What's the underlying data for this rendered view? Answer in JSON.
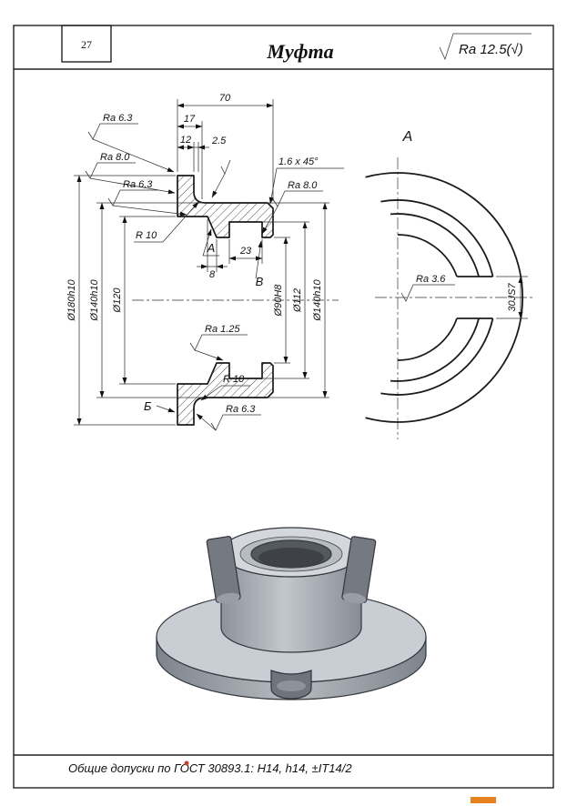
{
  "page": {
    "number": "27",
    "title": "Муфта",
    "footer": "Общие допуски по ГОСТ 30893.1: H14, h14, ±IT14/2"
  },
  "roughness_general": "Ra 12.5(√)",
  "section": {
    "dim70": "70",
    "dim17": "17",
    "dim12": "12",
    "dim25": "2.5",
    "chamfer": "1.6 x 45°",
    "dim23": "23",
    "dim8": "8",
    "r10_top": "R 10",
    "r10_bottom": "R 10",
    "d180": "Ø180h10",
    "d140_left": "Ø140h10",
    "d120": "Ø120",
    "d90": "Ø90H8",
    "d112": "Ø112",
    "d140_right": "Ø140h10",
    "ra_top": "Ra 6.3",
    "ra_left_upper": "Ra 8.0",
    "ra_left_lower": "Ra 6.3",
    "ra_right": "Ra 8.0",
    "ra_bore": "Ra 1.25",
    "ra_bottom": "Ra 6.3",
    "label_a": "А",
    "label_v": "В",
    "label_b": "Б"
  },
  "view_a": {
    "title": "A",
    "slot_width": "30JS7",
    "ra": "Ra 3.6"
  }
}
